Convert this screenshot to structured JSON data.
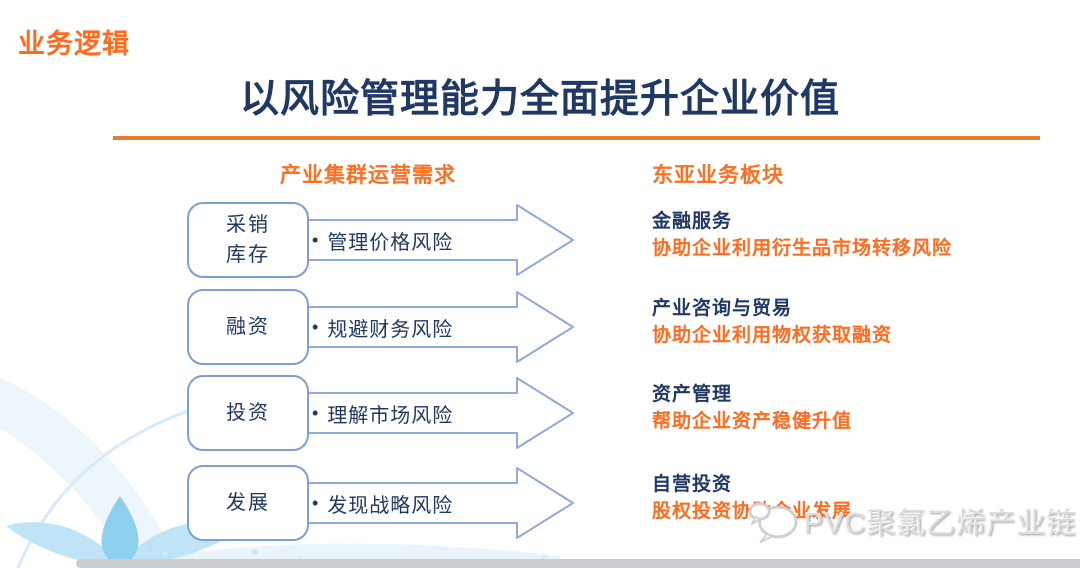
{
  "slide": {
    "corner_label": "业务逻辑",
    "title": "以风险管理能力全面提升企业价值",
    "left_column_header": "产业集群运营需求",
    "right_column_header": "东亚业务板块"
  },
  "rows": [
    {
      "box_line1": "采销",
      "box_line2": "库存",
      "need": "管理价格风险",
      "service": "金融服务",
      "benefit": "协助企业利用衍生品市场转移风险"
    },
    {
      "box_line1": "融资",
      "box_line2": "",
      "need": "规避财务风险",
      "service": "产业咨询与贸易",
      "benefit": "协助企业利用物权获取融资"
    },
    {
      "box_line1": "投资",
      "box_line2": "",
      "need": "理解市场风险",
      "service": "资产管理",
      "benefit": "帮助企业资产稳健升值"
    },
    {
      "box_line1": "发展",
      "box_line2": "",
      "need": "发现战略风险",
      "service": "自营投资",
      "benefit": "股权投资协助企业发展"
    }
  ],
  "glyphs": {
    "bullet": "•"
  },
  "watermark": {
    "icon": "speech-bubbles-icon",
    "text": "PVC聚氯乙烯产业链"
  },
  "colors": {
    "accent_orange": "#FF6B1F",
    "underline_orange": "#E87E2B",
    "navy": "#203864",
    "box_border_blue": "#7C9FD4",
    "arrow_blue": "#8FAADC",
    "decor_blue_light": "#BFE4F6",
    "decor_blue": "#8ECFEE",
    "watermark_gray": "#DCDCDC"
  }
}
